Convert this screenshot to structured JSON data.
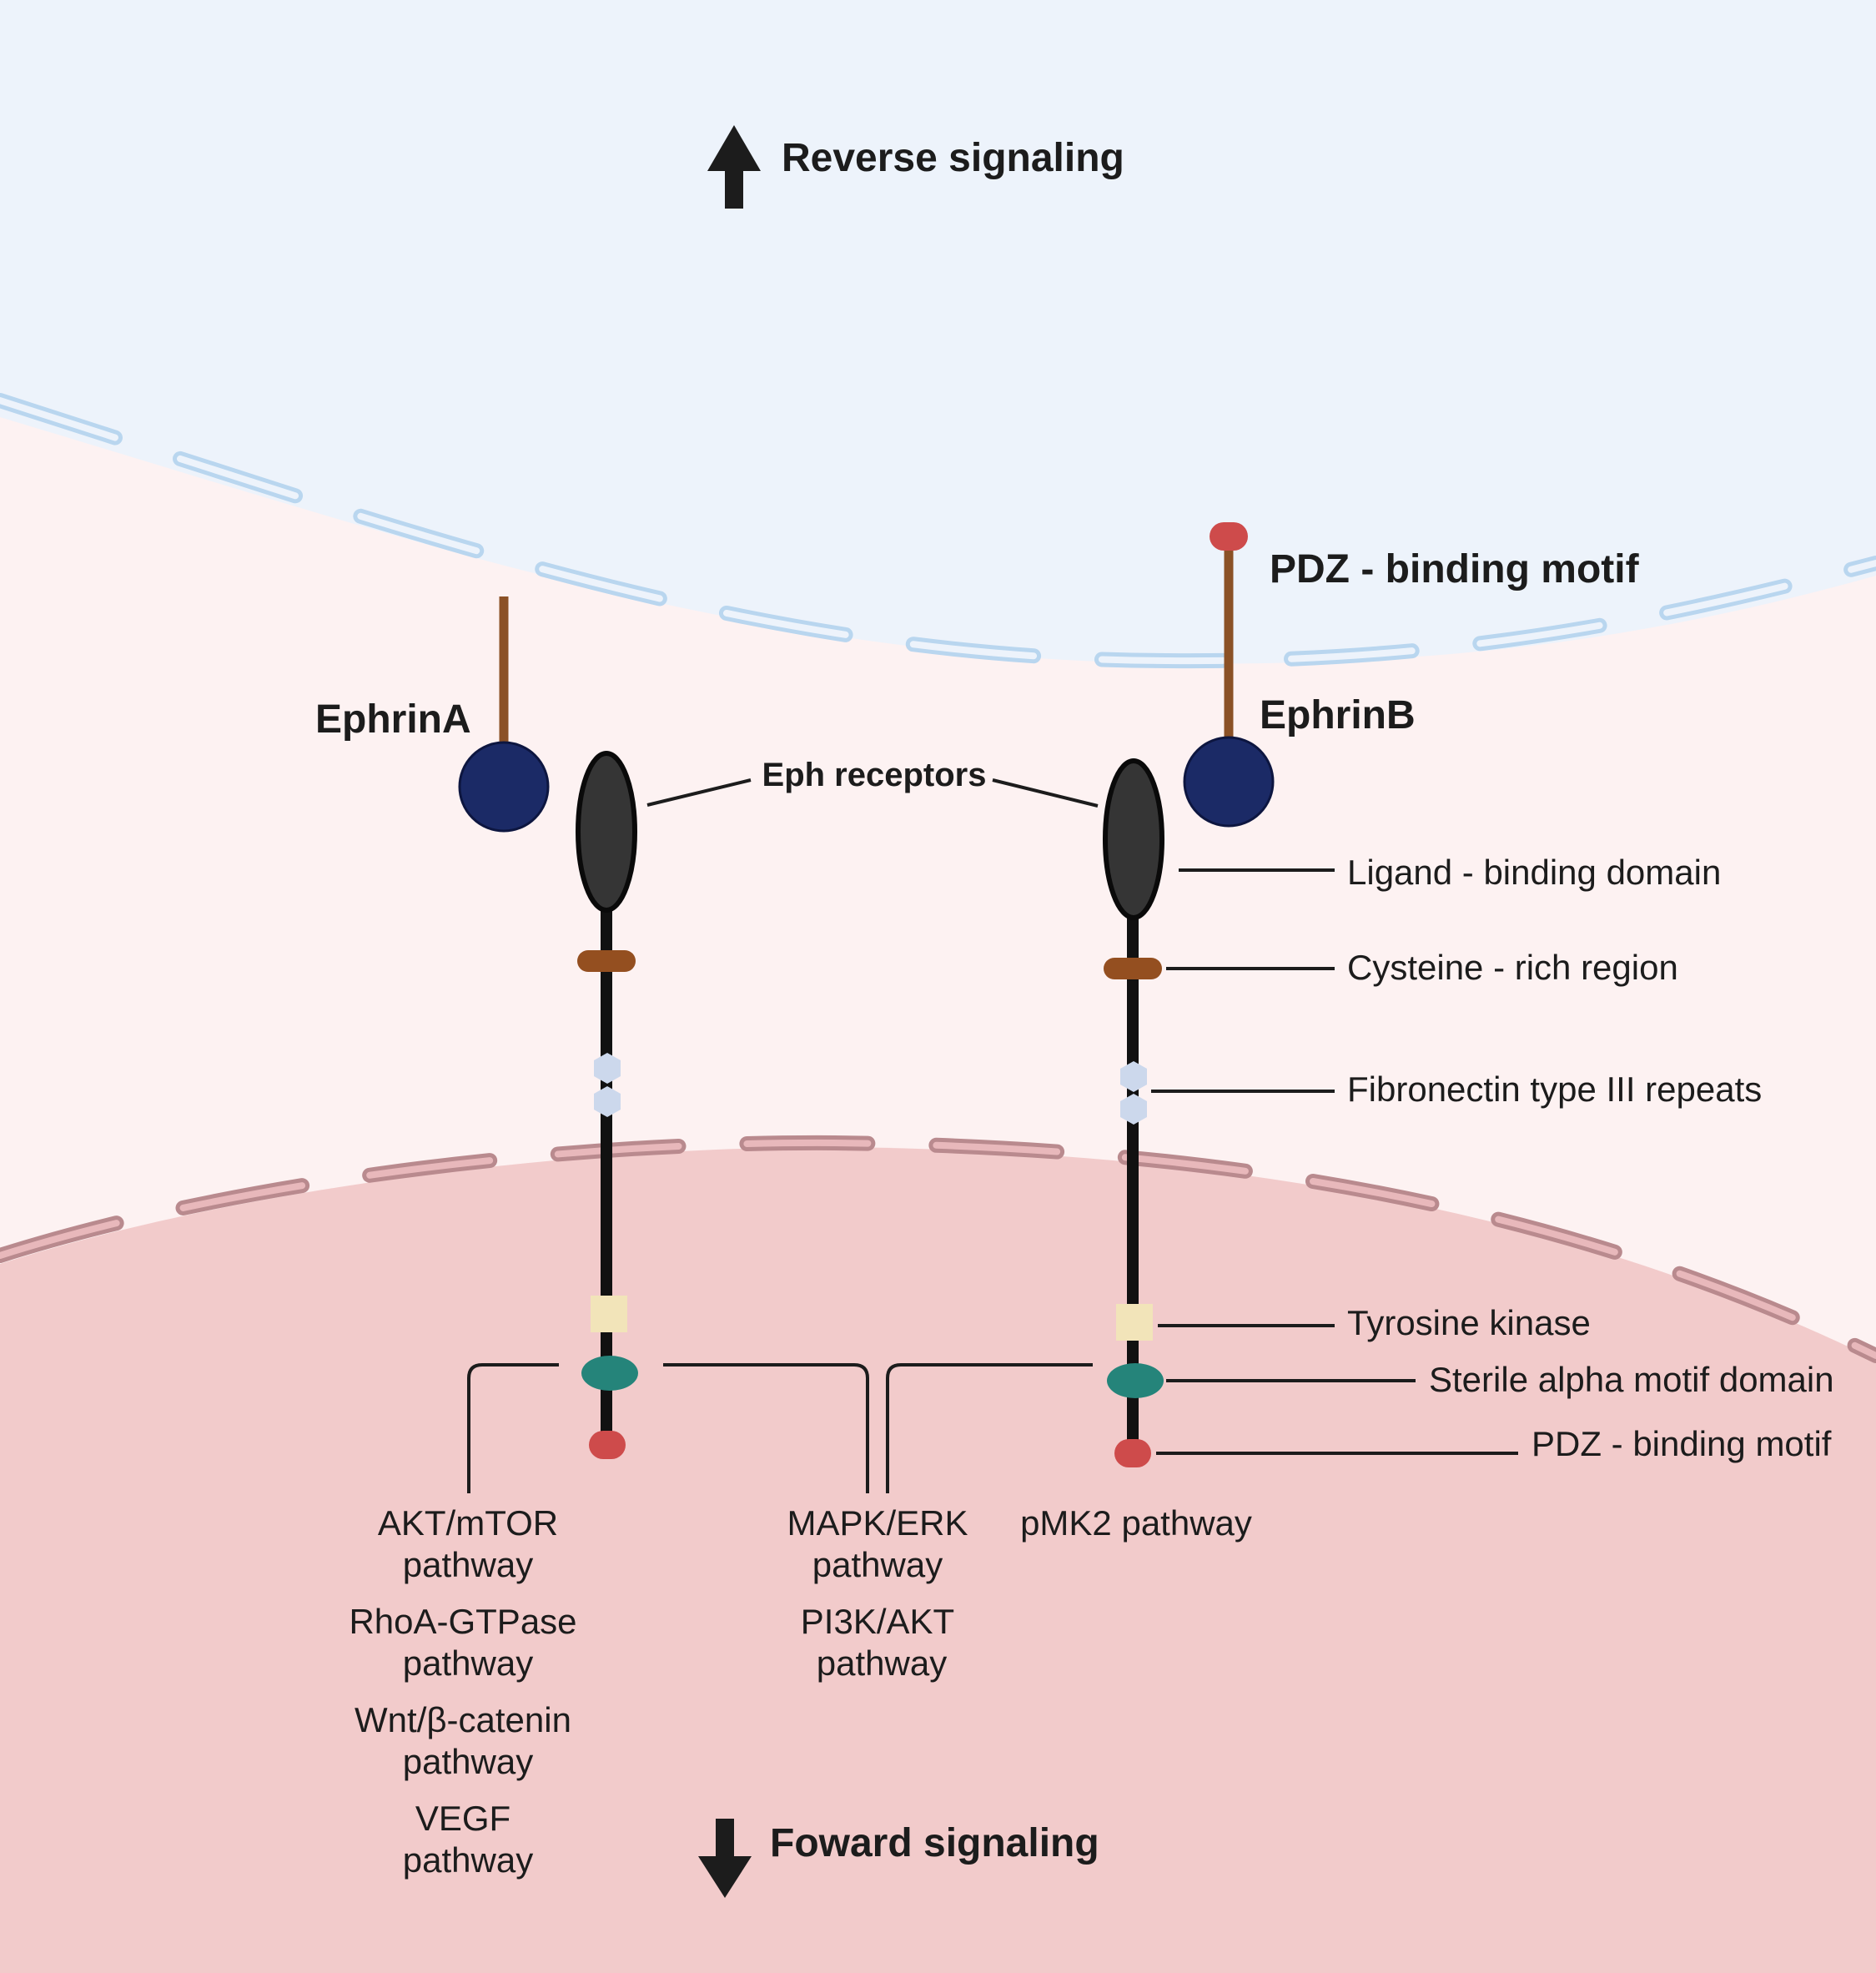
{
  "title": "",
  "signaling": {
    "reverse": "Reverse signaling",
    "forward": "Foward signaling"
  },
  "ligands": {
    "ephrin_a": "EphrinA",
    "ephrin_b": "EphrinB",
    "pdz_motif_top": "PDZ - binding motif"
  },
  "receptor_label": "Eph receptors",
  "domains": {
    "ligand_binding": "Ligand - binding domain",
    "cysteine_rich": "Cysteine - rich region",
    "fibronectin": "Fibronectin type III repeats",
    "tyrosine_kinase": "Tyrosine kinase",
    "sterile_alpha": "Sterile alpha motif domain",
    "pdz_binding": "PDZ - binding motif"
  },
  "pathways": {
    "left": [
      {
        "line1": "AKT/mTOR",
        "line2": "pathway"
      },
      {
        "line1": "RhoA-GTPase",
        "line2": "pathway"
      },
      {
        "line1": "Wnt/β-catenin",
        "line2": "pathway"
      },
      {
        "line1": "VEGF",
        "line2": "pathway"
      }
    ],
    "middle": [
      {
        "line1": "MAPK/ERK",
        "line2": "pathway"
      },
      {
        "line1": "PI3K/AKT",
        "line2": "pathway"
      }
    ],
    "right": [
      {
        "line1": "pMK2 pathway"
      }
    ]
  },
  "colors": {
    "upper_cell": "#edf3fb",
    "extracellular": "#fdf2f2",
    "lower_cell": "#f2cbcb",
    "upper_membrane": "#b9d6ef",
    "lower_membrane": "#b98a8e",
    "ephrin_head": "#1b2a66",
    "ephrin_stalk": "#8b5126",
    "receptor_head": "#353535",
    "cysteine": "#944f20",
    "fibronectin": "#ccd8ec",
    "tyrosine_kinase": "#f2e4b9",
    "sam": "#25847a",
    "pdz": "#ce4b4b"
  }
}
